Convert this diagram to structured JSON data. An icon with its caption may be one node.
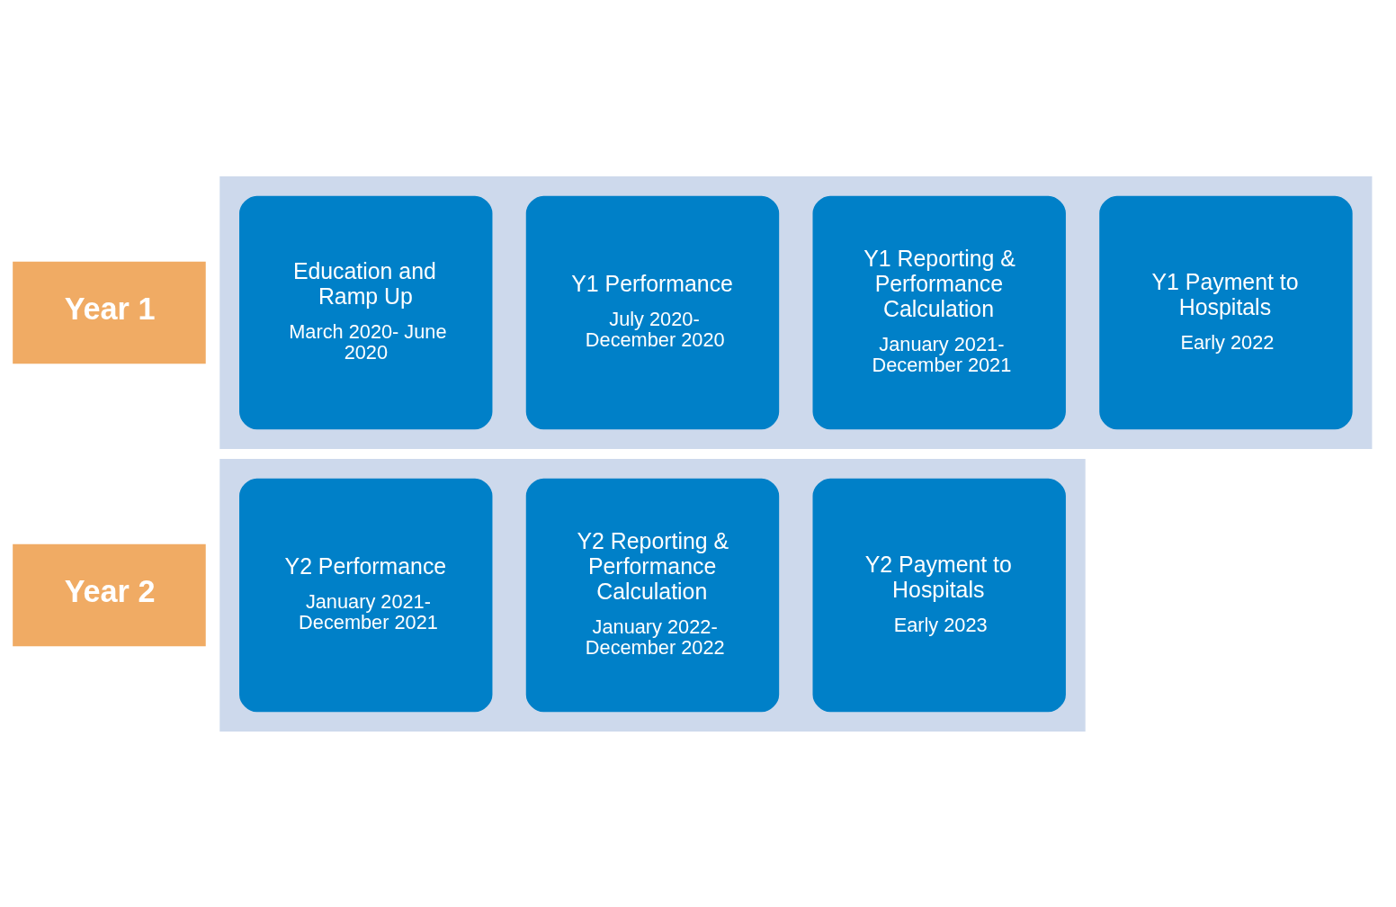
{
  "diagram": {
    "nodes": [
      {
        "text": [
          "Year 1"
        ]
      },
      {
        "text": [],
        "shape": "arrow"
      },
      {
        "text": [
          "Education and Ramp Up",
          "March 2020- June 2020"
        ],
        "in": 1
      },
      {
        "text": [
          "Y1 Performance",
          "July 2020- December 2020"
        ],
        "in": 1
      },
      {
        "text": [
          "Y1 Reporting & Performance Calculation",
          "January 2021- December 2021"
        ],
        "in": 1
      },
      {
        "text": [
          "Y1 Payment to Hospitals",
          "Early 2022"
        ],
        "in": 1
      },
      {
        "text": [
          "Year 2"
        ]
      },
      {
        "text": [],
        "shape": "arrow"
      },
      {
        "text": [
          "Y2 Performance",
          "January 2021- December 2021"
        ],
        "in": 7
      },
      {
        "text": [
          "Y2 Reporting & Performance Calculation",
          "January 2022- December 2022"
        ],
        "in": 7
      },
      {
        "text": [
          "Y2 Payment to Hospitals",
          "Early 2023"
        ],
        "in": 7
      }
    ],
    "edges": []
  }
}
